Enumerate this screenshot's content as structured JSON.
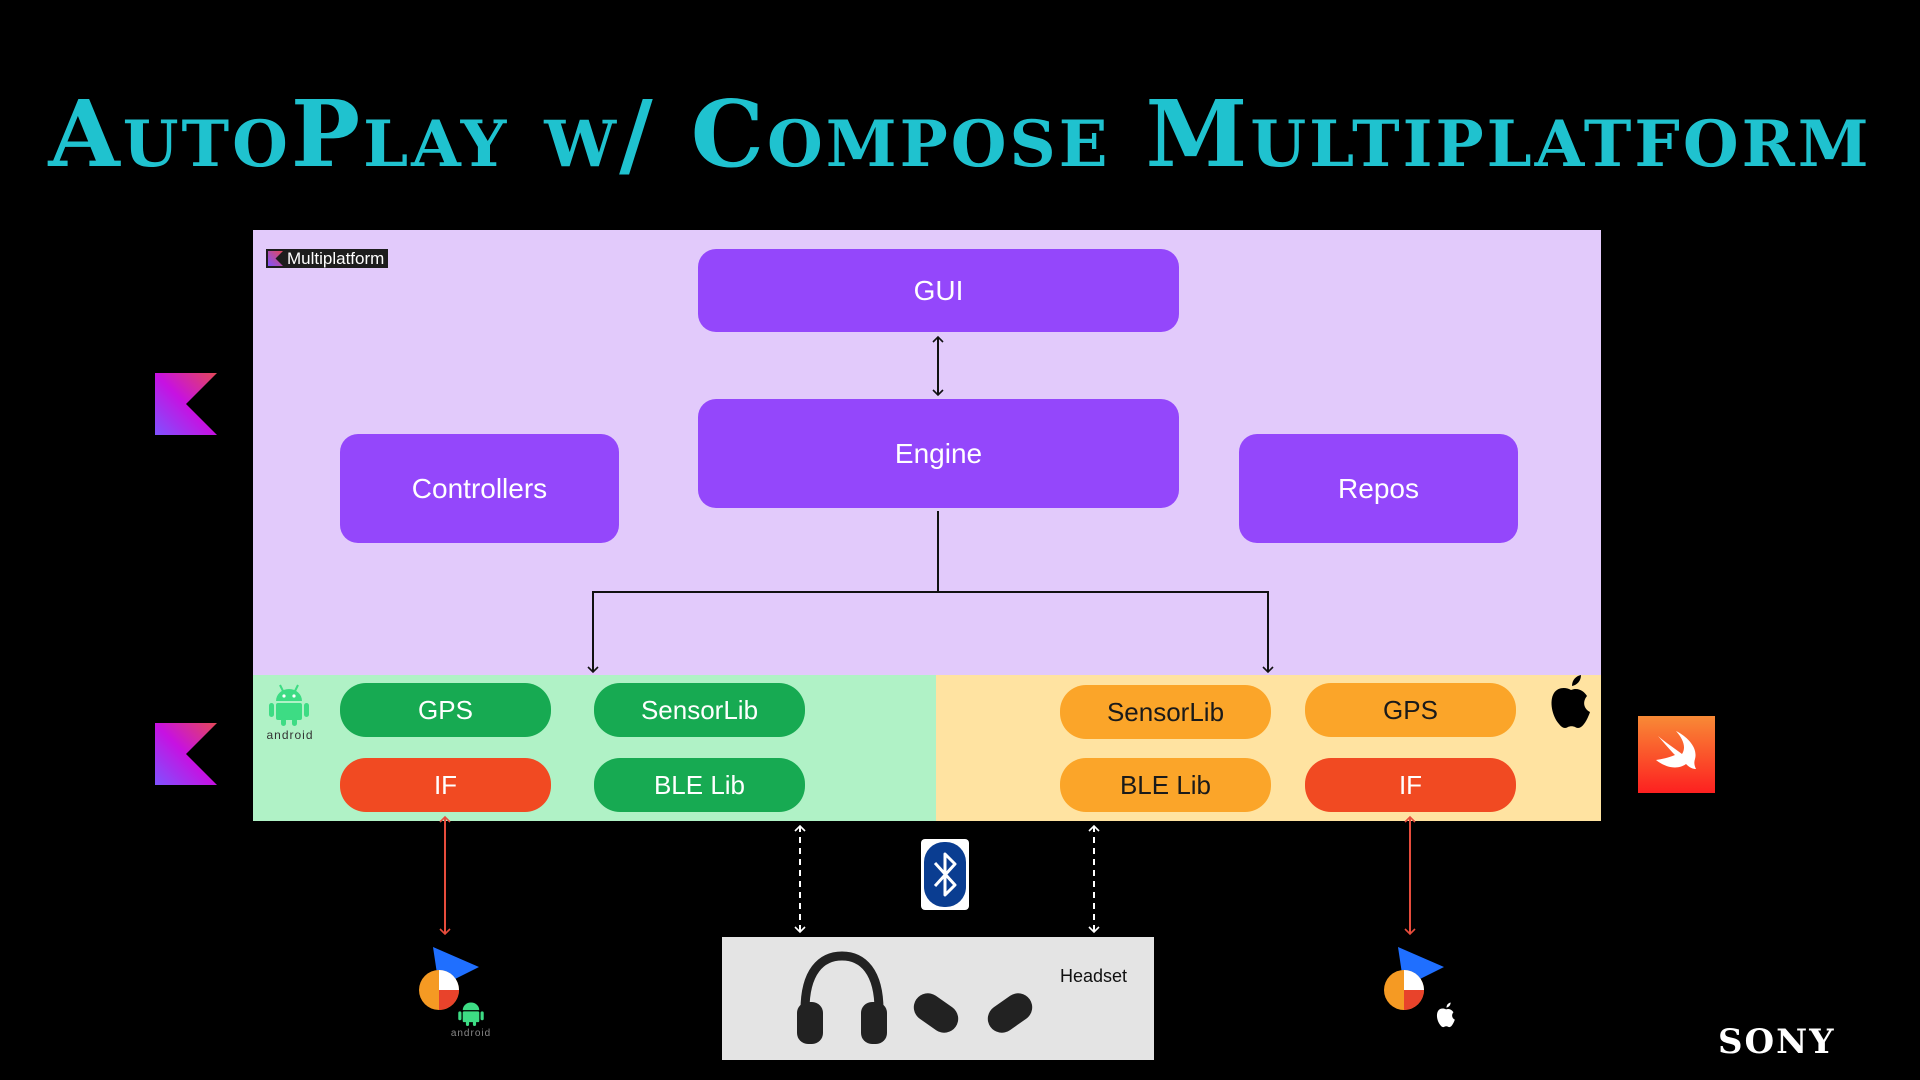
{
  "title": "AutoPlay w/ Compose Multiplatform",
  "badge": {
    "label": "Multiplatform"
  },
  "shared": {
    "gui": "GUI",
    "engine": "Engine",
    "controllers": "Controllers",
    "repos": "Repos"
  },
  "android": {
    "gps": "GPS",
    "sensorlib": "SensorLib",
    "if": "IF",
    "ble": "BLE Lib",
    "logo_text": "android"
  },
  "ios": {
    "sensorlib": "SensorLib",
    "gps": "GPS",
    "ble": "BLE Lib",
    "if": "IF"
  },
  "headset": {
    "label": "Headset"
  },
  "footer": {
    "brand": "SONY"
  },
  "android_app": {
    "logo_text": "android"
  },
  "icons": [
    "kotlin-icon",
    "swift-icon",
    "android-icon",
    "apple-icon",
    "bluetooth-icon",
    "headphones-icon",
    "earbuds-icon",
    "autoplay-app-icon"
  ],
  "colors": {
    "title": "#1fc2cf",
    "shared_bg": "#e2cafb",
    "android_bg": "#b0f2c6",
    "ios_bg": "#ffe3a1",
    "purple": "#9447fb",
    "green": "#17aa52",
    "orange": "#fba529",
    "red": "#f14a22"
  }
}
